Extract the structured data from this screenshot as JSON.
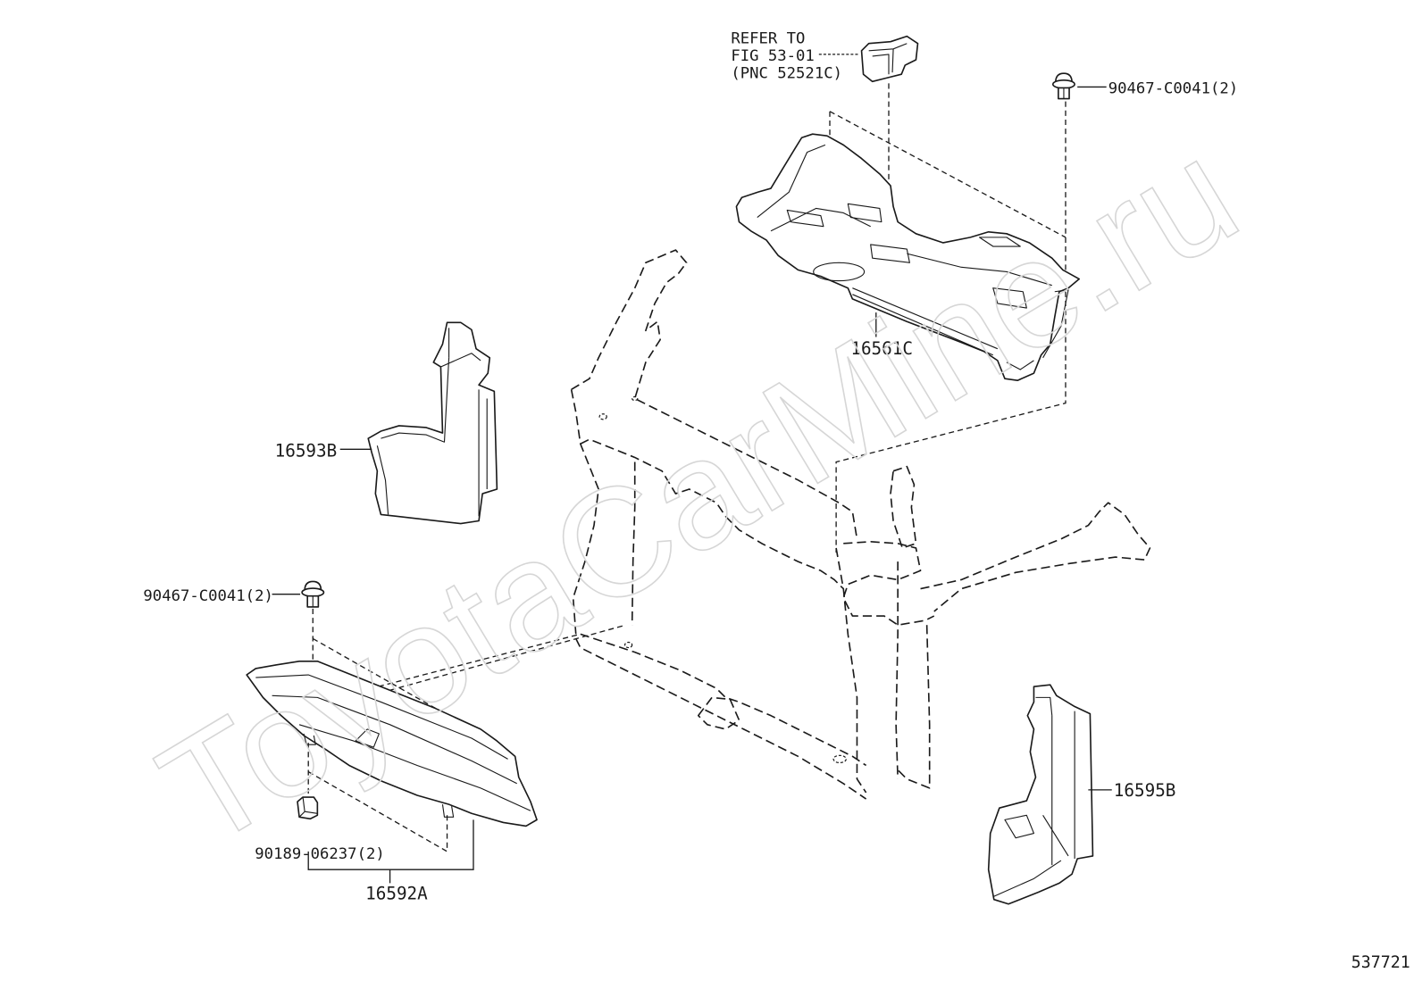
{
  "callouts": {
    "refer_line1": "REFER TO",
    "refer_line2": "FIG 53-01",
    "refer_line3": "(PNC 52521C)",
    "clip_top_right": "90467-C0041(2)",
    "part_16561c": "16561C",
    "part_16593b": "16593B",
    "clip_left": "90467-C0041(2)",
    "clip_lower": "90189-06237(2)",
    "part_16592a": "16592A",
    "part_16595b": "16595B"
  },
  "corner_number": "537721",
  "watermark": "ToyotaCarMine.ru",
  "colors": {
    "line": "#1a1a1a",
    "background": "#ffffff",
    "watermark": "#d6d6d6"
  }
}
